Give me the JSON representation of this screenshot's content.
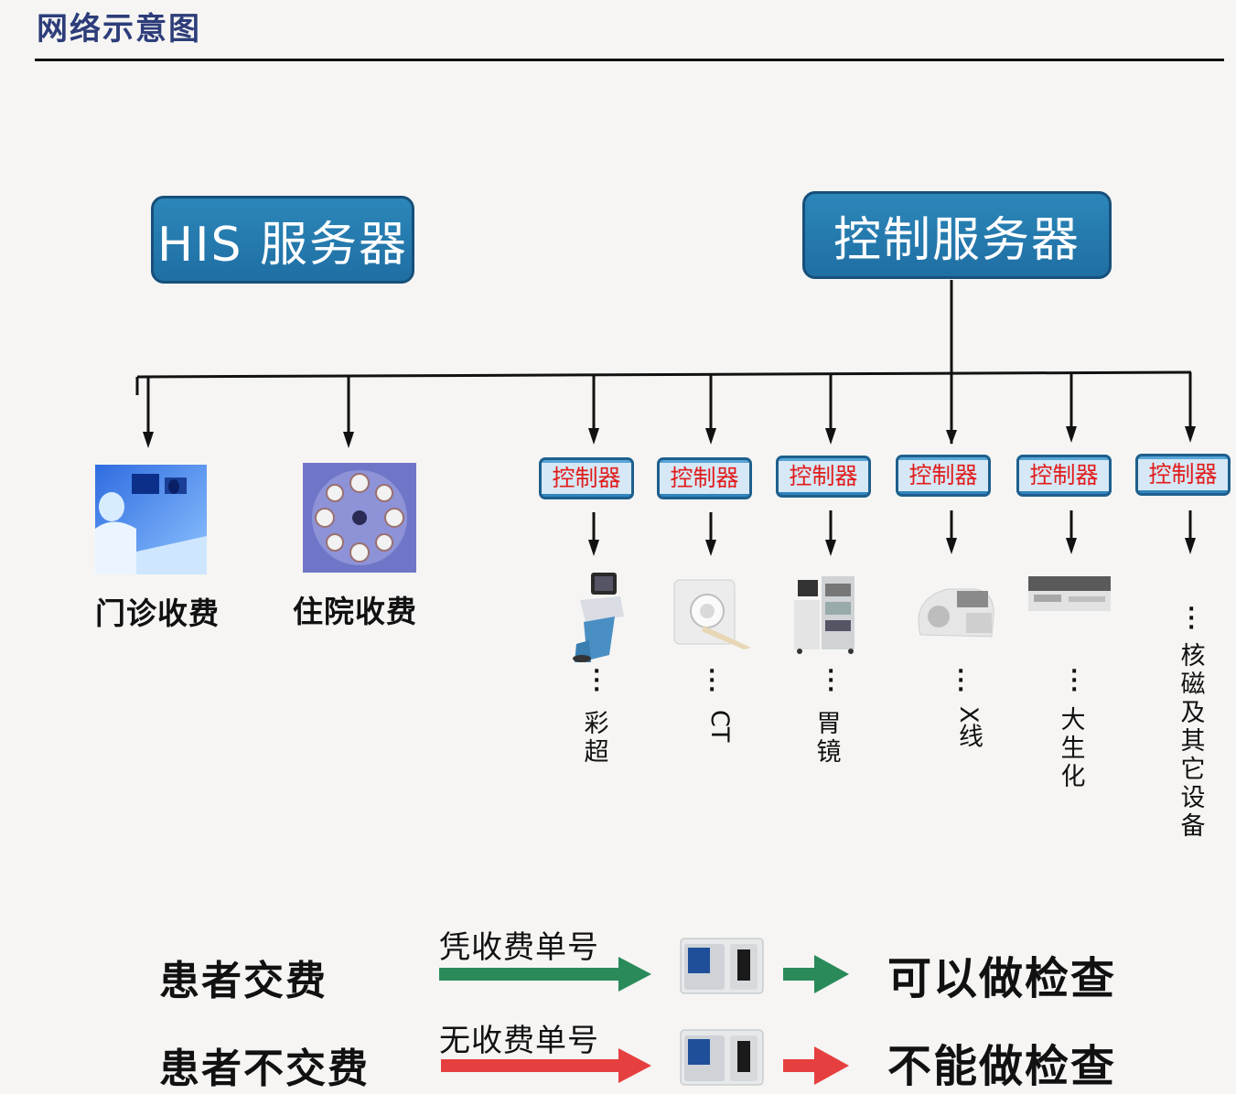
{
  "page_title": "网络示意图",
  "servers": {
    "his": "HIS 服务器",
    "control": "控制服务器"
  },
  "charging": [
    {
      "label": "门诊收费"
    },
    {
      "label": "住院收费"
    }
  ],
  "controllers": [
    {
      "label": "控制器",
      "device": "彩超"
    },
    {
      "label": "控制器",
      "device": "CT"
    },
    {
      "label": "控制器",
      "device": "胃镜"
    },
    {
      "label": "控制器",
      "device": "X线"
    },
    {
      "label": "控制器",
      "device": "大生化"
    },
    {
      "label": "控制器",
      "device": "核磁及其它设备"
    }
  ],
  "flows": [
    {
      "subject": "患者交费",
      "condition": "凭收费单号",
      "result": "可以做检查",
      "color": "#2a8a5a"
    },
    {
      "subject": "患者不交费",
      "condition": "无收费单号",
      "result": "不能做检查",
      "color": "#e5403f"
    }
  ],
  "colors": {
    "server_blue": "#1f6fa3",
    "controller_text": "#e11b1b"
  }
}
